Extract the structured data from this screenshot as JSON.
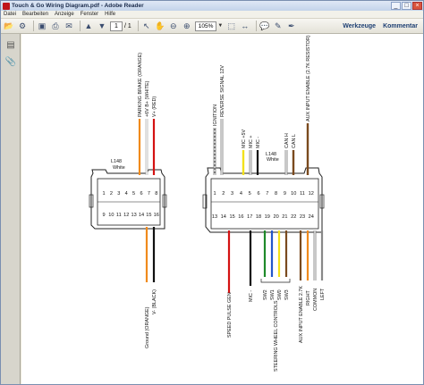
{
  "window": {
    "title": "Touch & Go Wiring Diagram.pdf - Adobe Reader",
    "controls": [
      "_",
      "□",
      "×"
    ]
  },
  "menu": [
    "Datei",
    "Bearbeiten",
    "Anzeige",
    "Fenster",
    "Hilfe"
  ],
  "toolbar": {
    "page_current": "1",
    "page_total": "/ 1",
    "zoom": "105%",
    "werkzeuge": "Werkzeuge",
    "kommentar": "Kommentar"
  },
  "diagram": {
    "connector_left": {
      "id": "L148",
      "color_note": "White",
      "pins_top": [
        "1",
        "2",
        "3",
        "4",
        "5",
        "6",
        "7",
        "8"
      ],
      "pins_bottom": [
        "9",
        "10",
        "11",
        "12",
        "13",
        "14",
        "15",
        "16"
      ],
      "top_labels": [
        "PARKING BRAKE (ORANGE)",
        "+6V B+ (WHITE)",
        "V+ (RED)"
      ],
      "bottom_labels": [
        "Ground (ORANGE)",
        "V- (BLACK)"
      ]
    },
    "connector_right": {
      "id": "L148",
      "color_note": "White",
      "pins_top": [
        "1",
        "2",
        "3",
        "4",
        "5",
        "6",
        "7",
        "8",
        "9",
        "10",
        "11",
        "12"
      ],
      "pins_bottom": [
        "13",
        "14",
        "15",
        "16",
        "17",
        "18",
        "19",
        "20",
        "21",
        "22",
        "23",
        "24"
      ],
      "top_labels": [
        "IGNITION",
        "REVERSE SIGNAL 12V",
        "MIC +5V",
        "MIC +",
        "MIC -",
        "CAN H",
        "CAN L",
        "AUX INPUT ENABLE (2.7K RESISTOR)"
      ],
      "bottom_labels": [
        "SPEED PULSE GEN",
        "MIC -",
        "SW2",
        "SW1",
        "SW0",
        "SW3",
        "STEERING WHEEL CONTROLS",
        "AUX INPUT ENABLE 2.7K",
        "RIGHT",
        "COMMON",
        "LEFT"
      ]
    }
  }
}
